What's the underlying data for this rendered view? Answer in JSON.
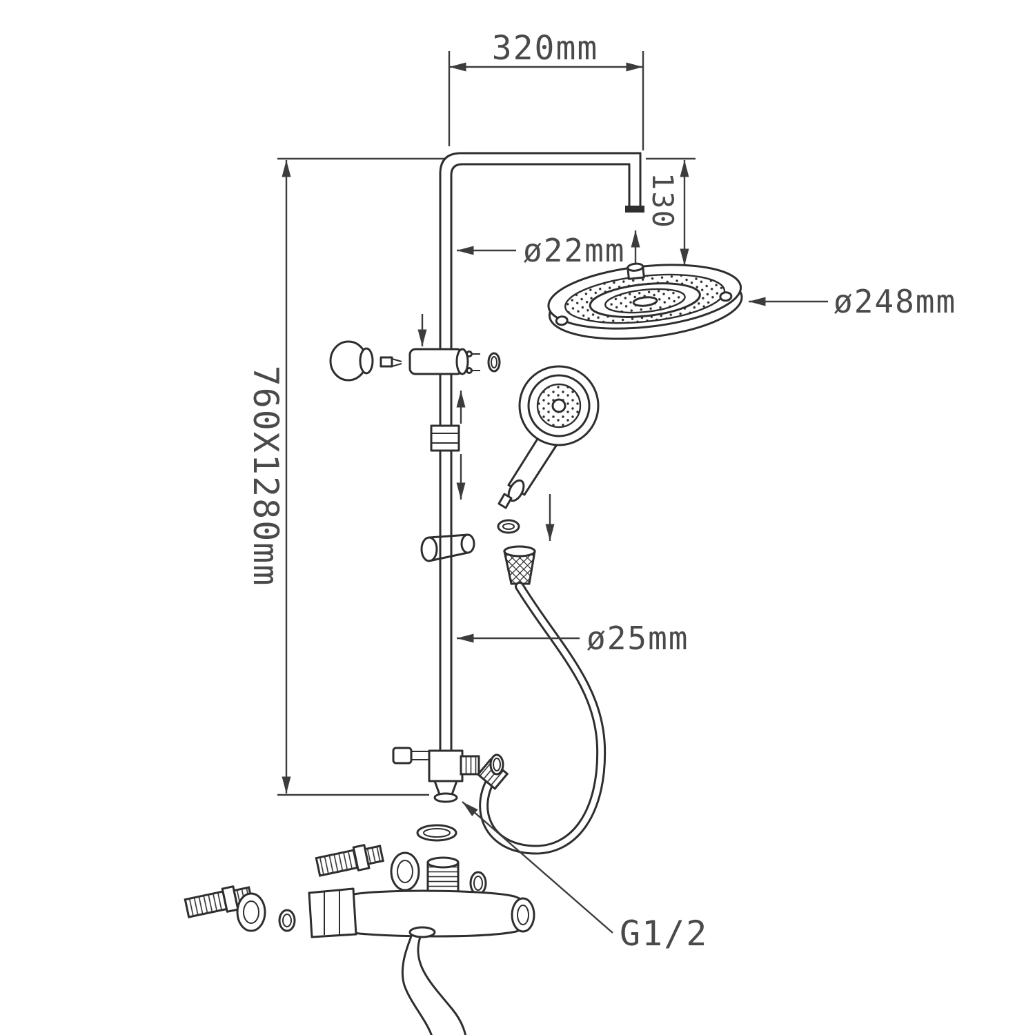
{
  "labels": {
    "top_width": "320mm",
    "arm_drop": "130",
    "pipe_upper_dia": "ø22mm",
    "head_dia": "ø248mm",
    "overall_size": "760X1280mm",
    "pipe_lower_dia": "ø25mm",
    "thread": "G1/2"
  },
  "colors": {
    "line": "#2e2e2e",
    "label": "#4a4a4a",
    "background": "#ffffff"
  }
}
